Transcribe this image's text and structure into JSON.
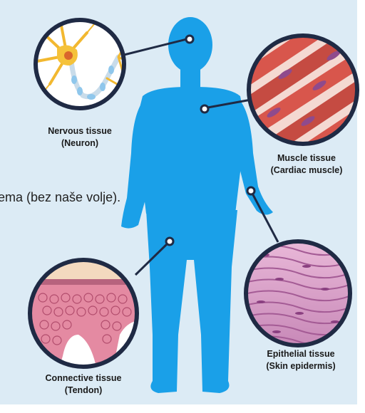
{
  "overlay_text": "ema (bez naše volje).",
  "tissues": {
    "nervous": {
      "line1": "Nervous tissue",
      "line2": "(Neuron)"
    },
    "muscle": {
      "line1": "Muscle tissue",
      "line2": "(Cardiac muscle)"
    },
    "connective": {
      "line1": "Connective tissue",
      "line2": "(Tendon)"
    },
    "epithelial": {
      "line1": "Epithelial tissue",
      "line2": "(Skin epidermis)"
    }
  },
  "colors": {
    "background": "#dcebf5",
    "body": "#1aa0e8",
    "ring": "#1f2a44"
  }
}
